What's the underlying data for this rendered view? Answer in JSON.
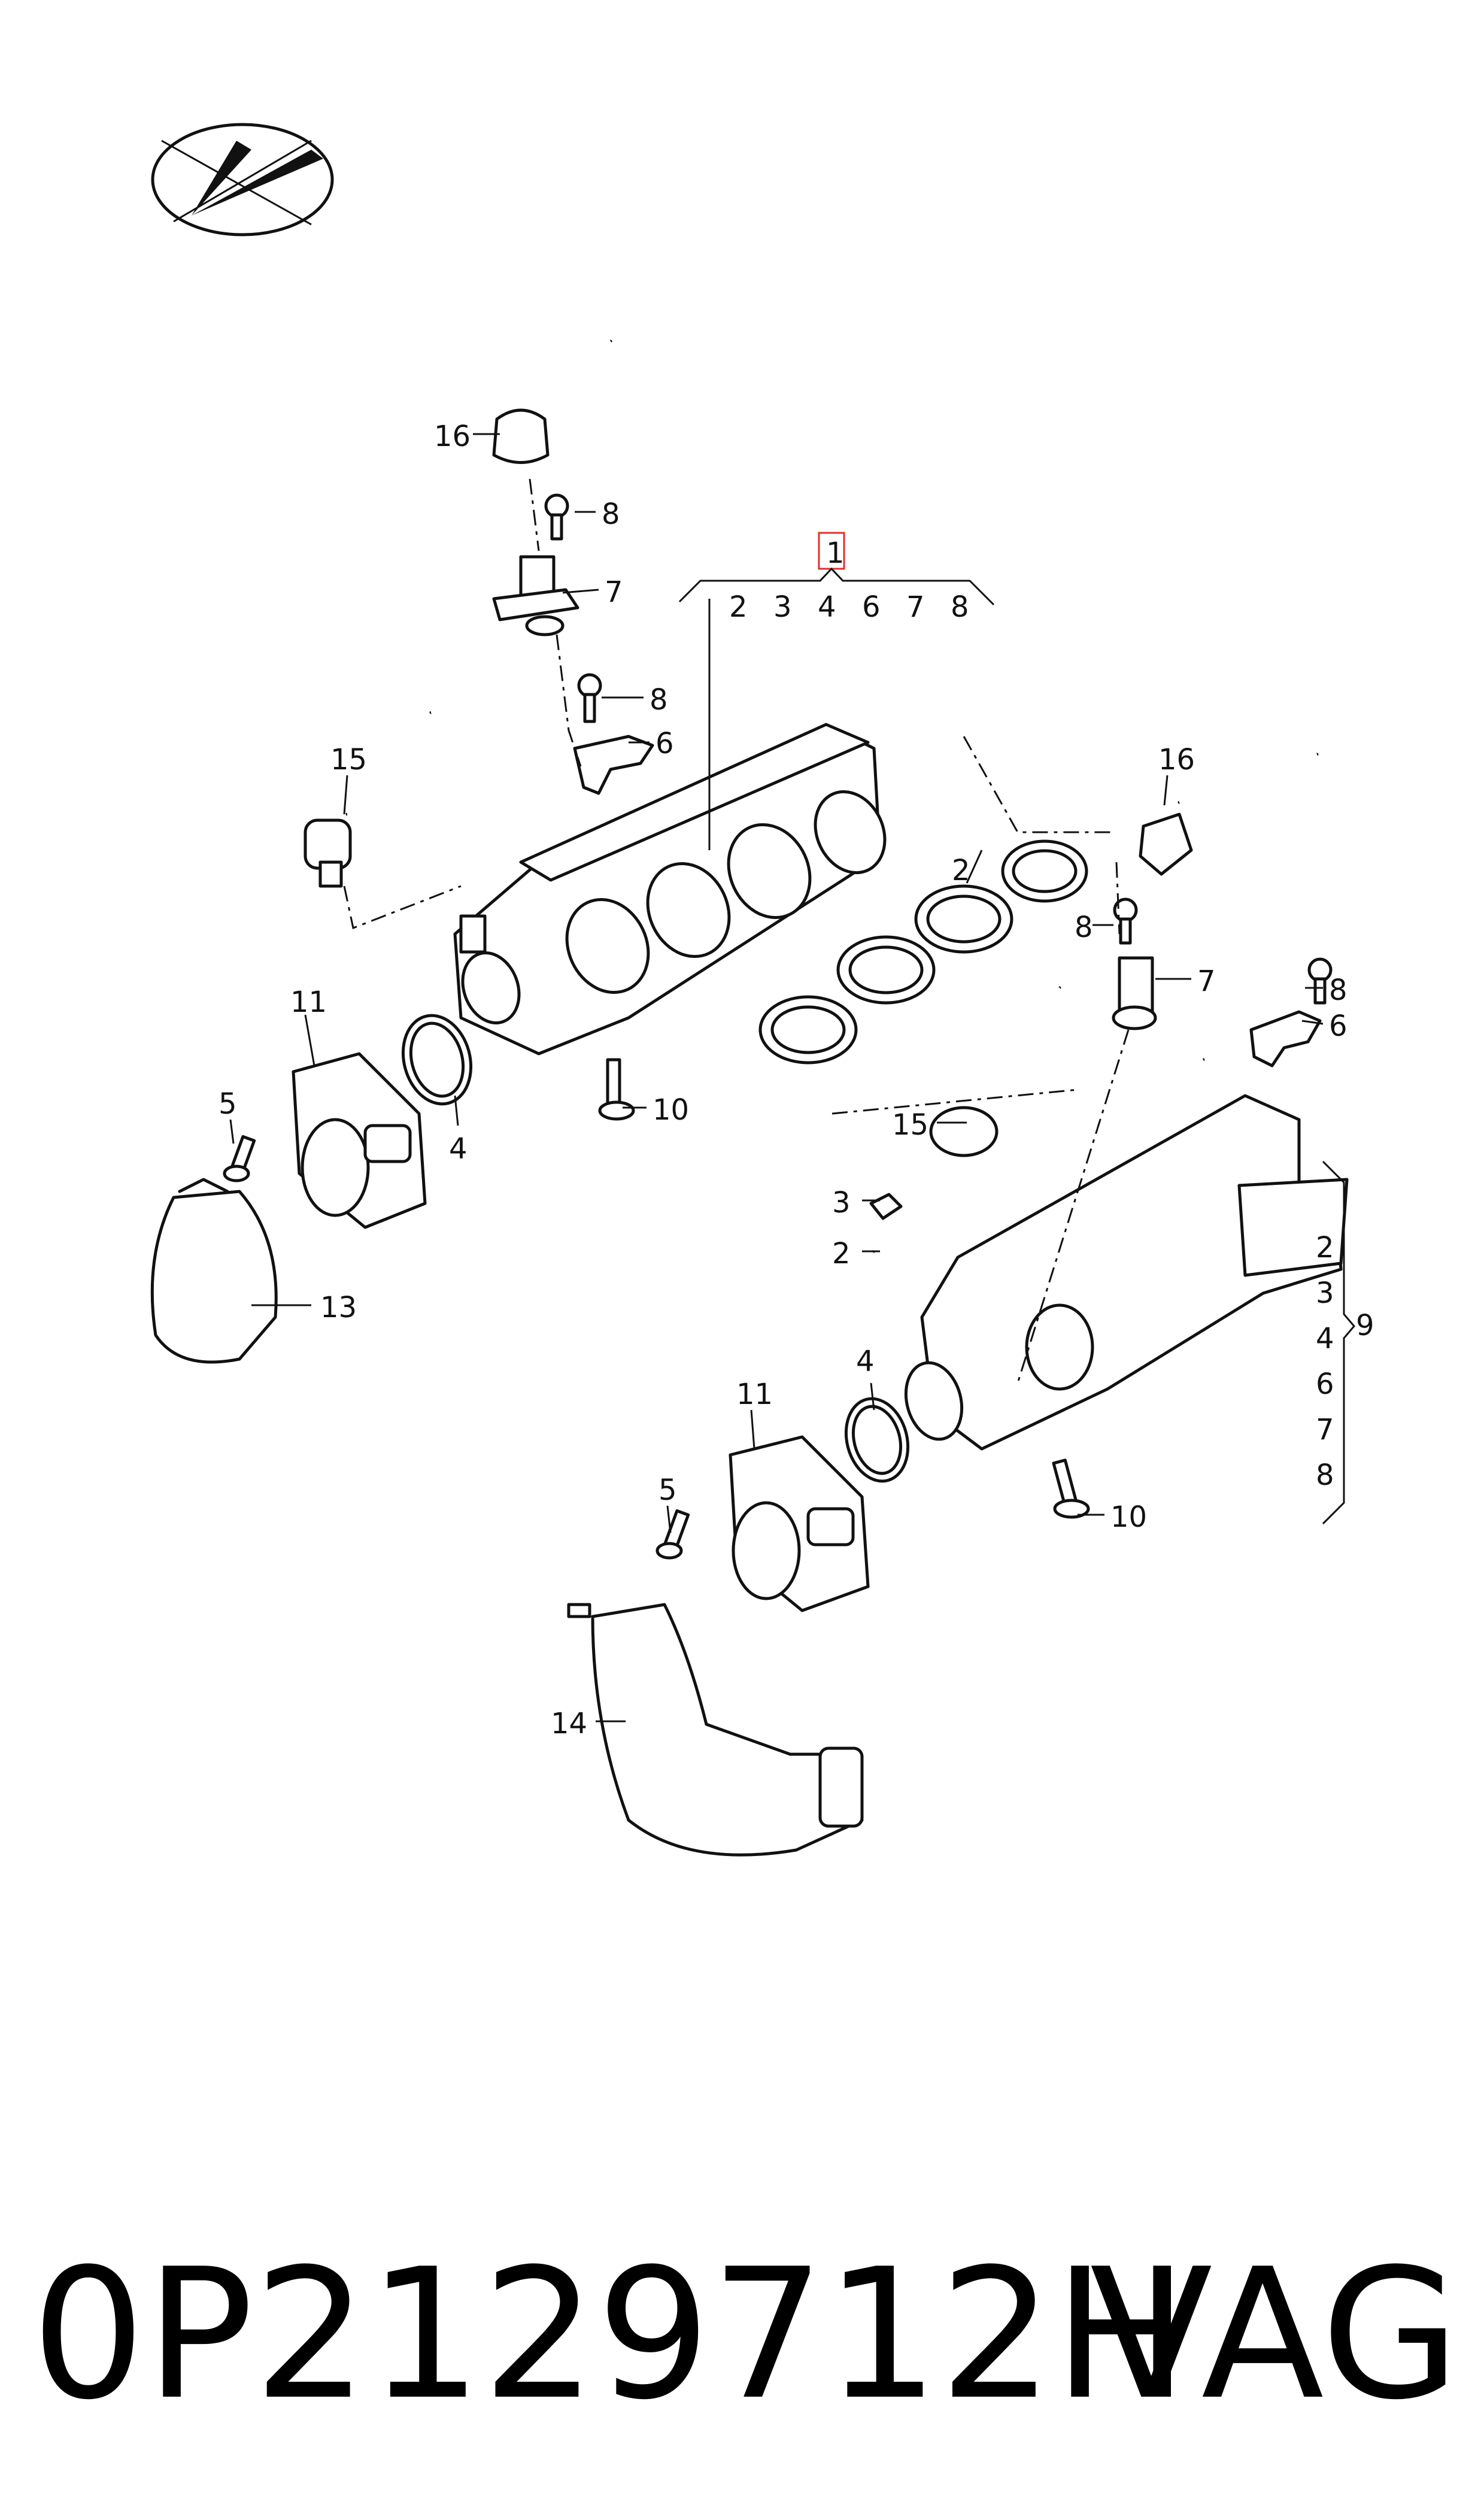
{
  "diagram": {
    "labels": {
      "l1": "1",
      "l2": "2",
      "l3": "3",
      "l4": "4",
      "l5": "5",
      "l6": "6",
      "l7": "7",
      "l8": "8",
      "l9": "9",
      "l10": "10",
      "l11": "11",
      "l13": "13",
      "l14": "14",
      "l15": "15",
      "l16": "16"
    },
    "bracket_1_items": [
      "2",
      "3",
      "4",
      "6",
      "7",
      "8"
    ],
    "bracket_9_items": [
      "2",
      "3",
      "4",
      "6",
      "7",
      "8"
    ],
    "highlight_color": "#e03030"
  },
  "footer": {
    "part_number": "0P2129712H",
    "brand": "VAG"
  },
  "icons": {
    "logo": "compass-logo-icon"
  }
}
